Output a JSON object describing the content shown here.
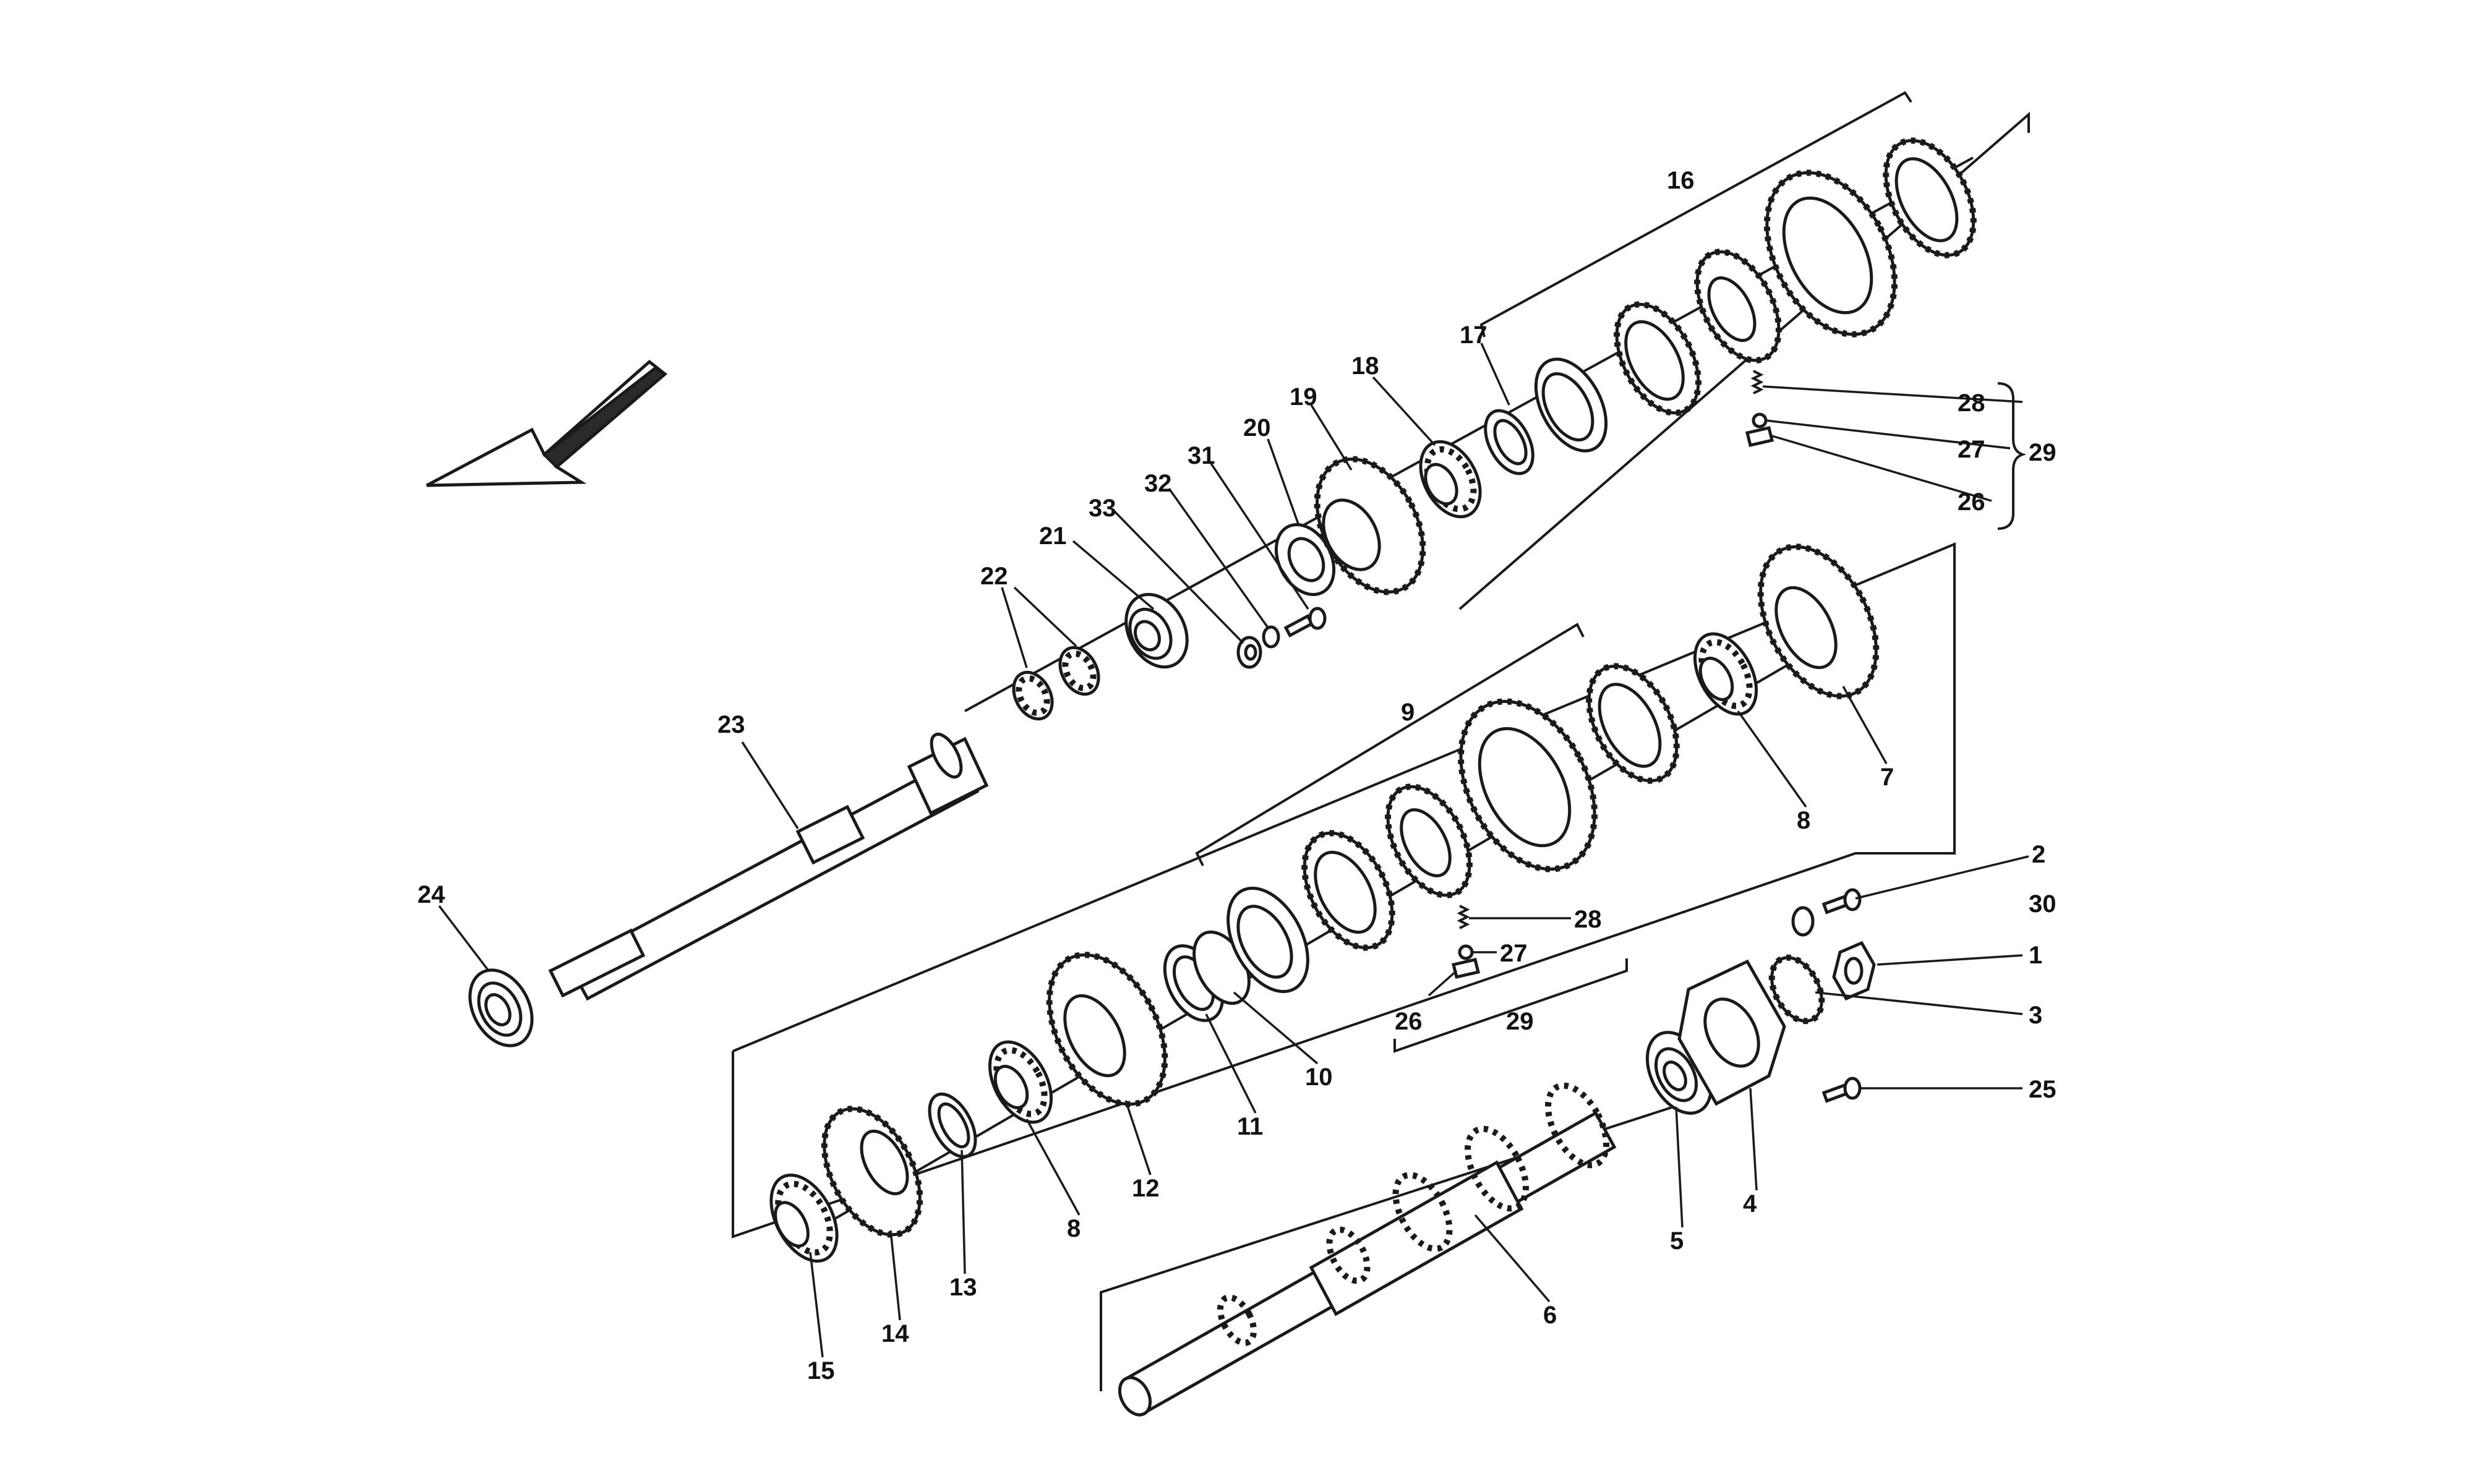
{
  "callouts": {
    "c1": "1",
    "c2": "2",
    "c3": "3",
    "c4": "4",
    "c5": "5",
    "c6": "6",
    "c7": "7",
    "c8a": "8",
    "c8b": "8",
    "c9": "9",
    "c10": "10",
    "c11": "11",
    "c12": "12",
    "c13": "13",
    "c14": "14",
    "c15": "15",
    "c16": "16",
    "c17": "17",
    "c18": "18",
    "c19": "19",
    "c20": "20",
    "c21": "21",
    "c22": "22",
    "c23": "23",
    "c24": "24",
    "c25": "25",
    "c26a": "26",
    "c26b": "26",
    "c27a": "27",
    "c27b": "27",
    "c28a": "28",
    "c28b": "28",
    "c29a": "29",
    "c29b": "29",
    "c30": "30",
    "c31": "31",
    "c32": "32",
    "c33": "33"
  },
  "icons": {
    "direction_arrow": "arrow-pointing-lower-left-icon"
  }
}
